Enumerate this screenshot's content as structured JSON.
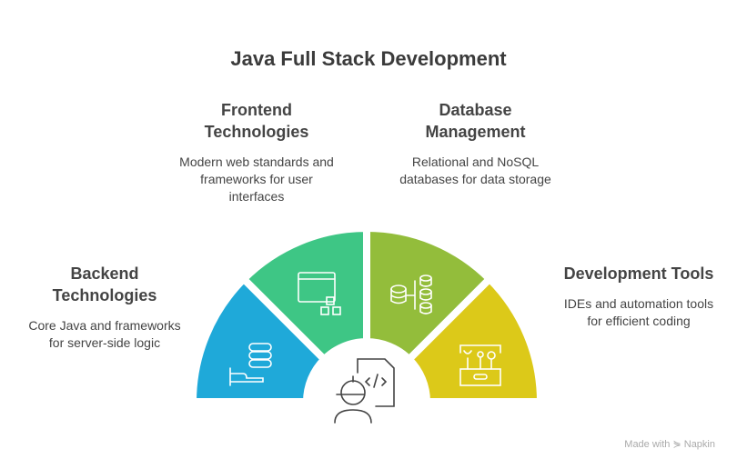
{
  "title": "Java Full Stack Development",
  "sections": [
    {
      "heading": "Backend Technologies",
      "description": "Core Java and frameworks for server-side logic",
      "color": "#1fa9d9",
      "icon": "server-hand-icon"
    },
    {
      "heading": "Frontend Technologies",
      "description": "Modern web standards and frameworks for user interfaces",
      "color": "#3ec685",
      "icon": "browser-components-icon"
    },
    {
      "heading": "Database Management",
      "description": "Relational and NoSQL databases for data storage",
      "color": "#93bd3b",
      "icon": "database-tree-icon"
    },
    {
      "heading": "Development Tools",
      "description": "IDEs and automation tools for efficient coding",
      "color": "#dcc919",
      "icon": "toolbox-icon"
    }
  ],
  "center_icon": "developer-code-icon",
  "credit": "Made with ⋟ Napkin"
}
